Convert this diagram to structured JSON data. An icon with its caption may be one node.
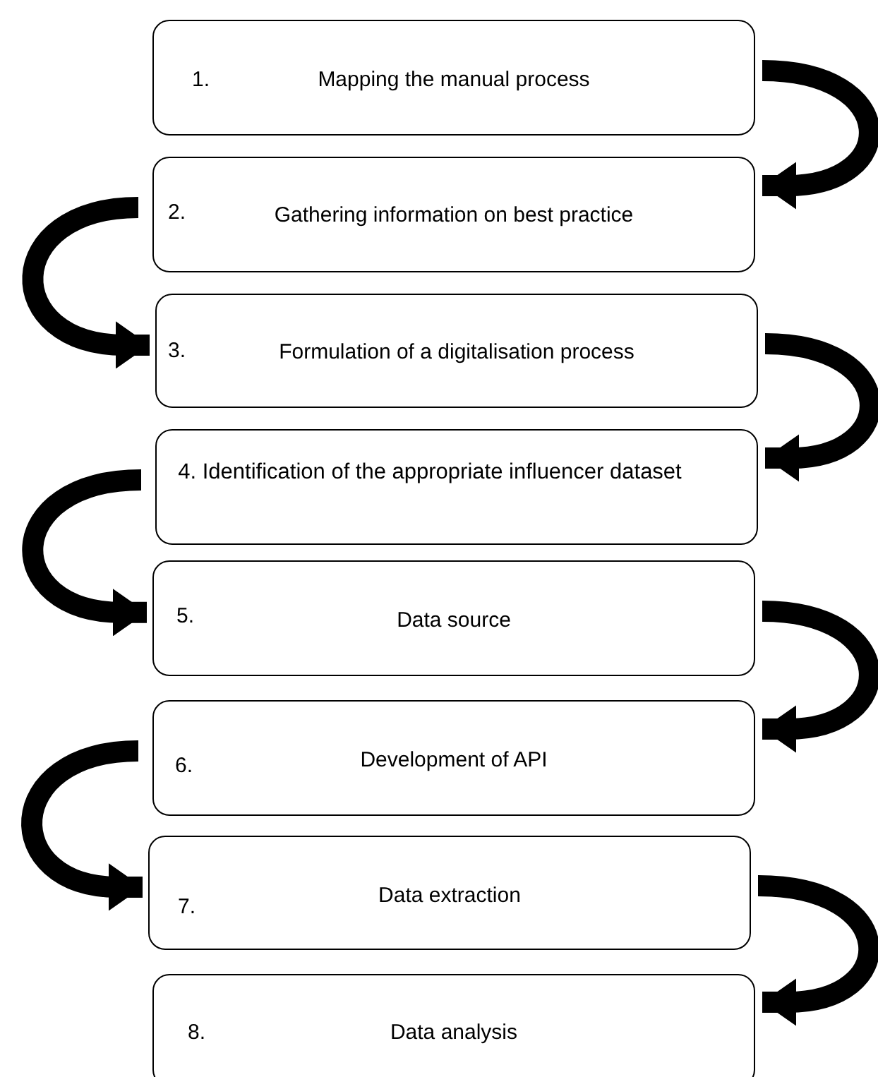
{
  "diagram": {
    "nodes": [
      {
        "text": [
          "1.",
          "Mapping the manual process"
        ]
      },
      {
        "text": [
          "2.",
          "Gathering information on best practice"
        ]
      },
      {
        "text": [
          "3.",
          "Formulation of a digitalisation process"
        ]
      },
      {
        "text": [
          "4. Identification of the appropriate influencer dataset"
        ]
      },
      {
        "text": [
          "5.",
          "Data source"
        ]
      },
      {
        "text": [
          "6.",
          "Development of API"
        ]
      },
      {
        "text": [
          "7.",
          "Data extraction"
        ]
      },
      {
        "text": [
          "8.",
          "Data analysis"
        ]
      }
    ],
    "edges": [
      {
        "from": 0,
        "to": 1,
        "arrow": "to"
      },
      {
        "from": 1,
        "to": 2,
        "arrow": "to"
      },
      {
        "from": 2,
        "to": 3,
        "arrow": "to"
      },
      {
        "from": 3,
        "to": 4,
        "arrow": "to"
      },
      {
        "from": 4,
        "to": 5,
        "arrow": "to"
      },
      {
        "from": 5,
        "to": 6,
        "arrow": "to"
      },
      {
        "from": 6,
        "to": 7,
        "arrow": "to"
      }
    ]
  }
}
